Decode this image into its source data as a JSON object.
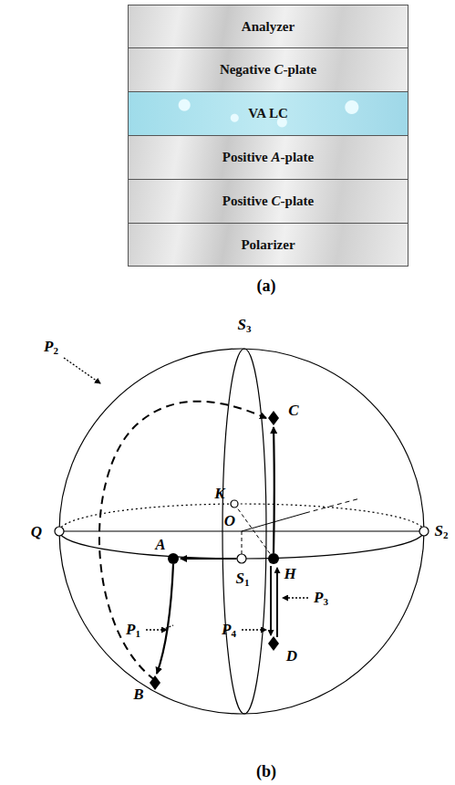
{
  "diagram": {
    "nodes": [
      {
        "text": [
          "Analyzer"
        ]
      },
      {
        "text": [
          "Negative C-plate"
        ]
      },
      {
        "text": [
          "VA LC"
        ]
      },
      {
        "text": [
          "Positive A-plate"
        ]
      },
      {
        "text": [
          "Positive C-plate"
        ]
      },
      {
        "text": [
          "Polarizer"
        ]
      }
    ],
    "labels": [
      "(a)",
      "S3",
      "P2",
      "C",
      "K",
      "Q",
      "O",
      "S2",
      "A",
      "S1",
      "H",
      "P1",
      "P3",
      "P4",
      "B",
      "D",
      "(b)"
    ]
  }
}
